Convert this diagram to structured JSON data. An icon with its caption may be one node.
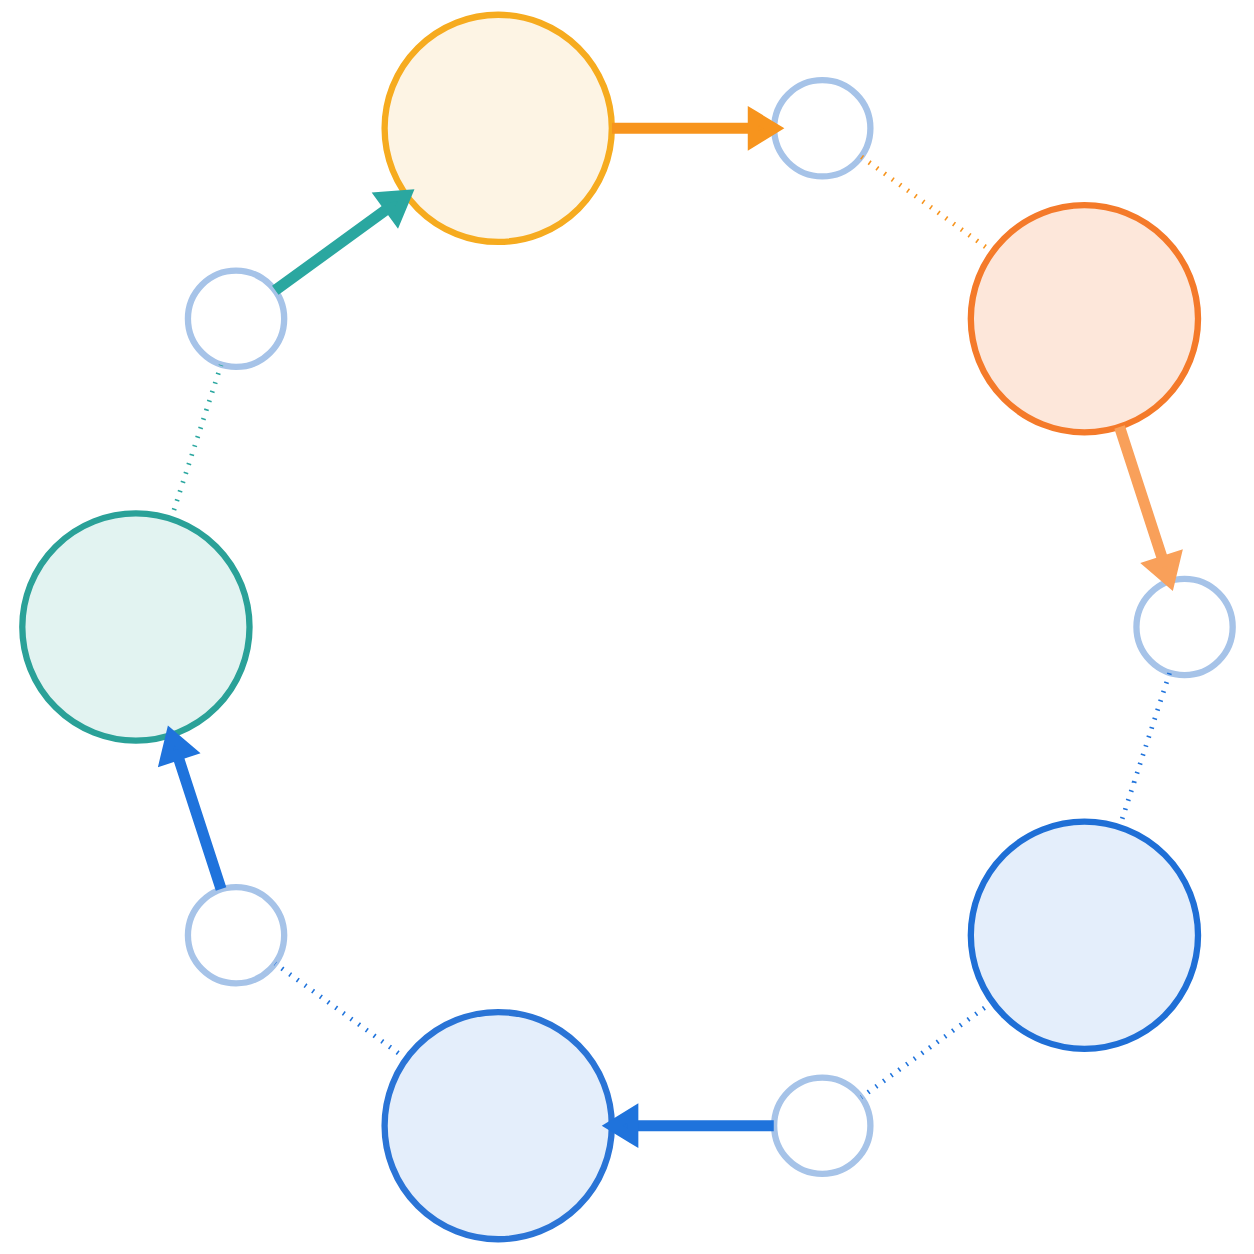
{
  "diagram": {
    "nodes": [
      {
        "text": [],
        "shape": "circle"
      },
      {
        "text": [],
        "shape": "circle"
      },
      {
        "text": [],
        "shape": "circle"
      },
      {
        "text": [],
        "shape": "circle"
      },
      {
        "text": [],
        "shape": "circle"
      },
      {
        "text": [],
        "shape": "circle"
      },
      {
        "text": [],
        "shape": "circle"
      },
      {
        "text": [],
        "shape": "circle"
      },
      {
        "text": [],
        "shape": "circle"
      },
      {
        "text": [],
        "shape": "circle"
      }
    ],
    "edges": [
      {
        "from": 0,
        "to": 1,
        "arrow": "to",
        "style": "thick",
        "color": "#f7941d"
      },
      {
        "from": 1,
        "to": 2,
        "arrow": "none",
        "style": "dashed",
        "color": "#f7941d"
      },
      {
        "from": 2,
        "to": 3,
        "arrow": "to",
        "style": "thick",
        "color": "#f9a05a"
      },
      {
        "from": 3,
        "to": 4,
        "arrow": "none",
        "style": "dashed"
      },
      {
        "from": 4,
        "to": 5,
        "arrow": "none",
        "style": "dashed"
      },
      {
        "from": 5,
        "to": 6,
        "arrow": "to",
        "style": "thick"
      },
      {
        "from": 6,
        "to": 7,
        "arrow": "none",
        "style": "dashed"
      },
      {
        "from": 7,
        "to": 8,
        "arrow": "to",
        "style": "thick"
      },
      {
        "from": 8,
        "to": 9,
        "arrow": "none",
        "style": "dashed",
        "color": "#2aa7a0"
      },
      {
        "from": 9,
        "to": 0,
        "arrow": "to",
        "style": "thick",
        "color": "#2aa7a0"
      }
    ]
  }
}
